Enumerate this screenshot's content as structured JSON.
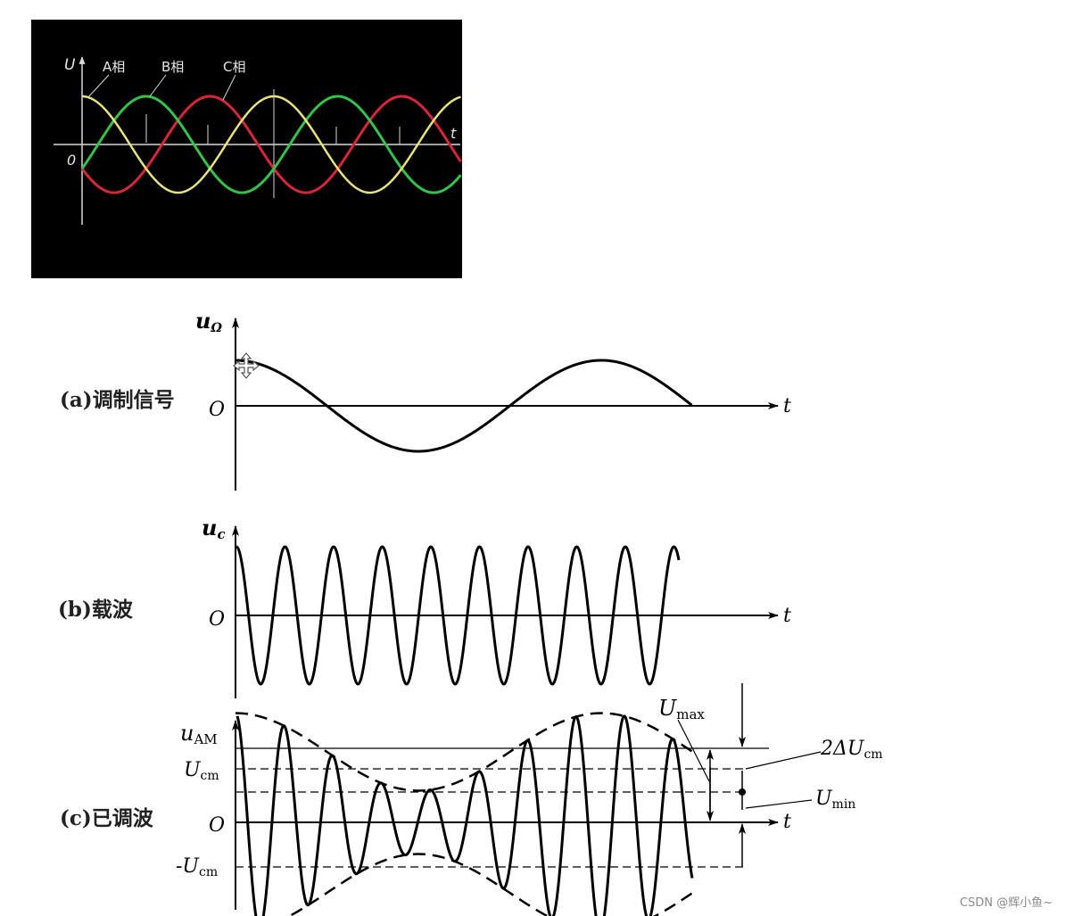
{
  "three_phase": {
    "axis_u": "U",
    "axis_t": "t",
    "origin": "0",
    "phase_a": "A相",
    "phase_b": "B相",
    "phase_c": "C相",
    "colors": {
      "background": "#000000",
      "phase_a": "#e8e27c",
      "phase_b": "#33c24a",
      "phase_c": "#d7263a",
      "axis": "#d8d8d8"
    }
  },
  "am_diagram": {
    "a": {
      "caption": "(a)调制信号",
      "axis_var": "u",
      "axis_sub": "Ω",
      "origin": "O",
      "axis_t": "t"
    },
    "b": {
      "caption": "(b)载波",
      "axis_var": "u",
      "axis_sub": "c",
      "origin": "O",
      "axis_t": "t"
    },
    "c": {
      "caption": "(c)已调波",
      "axis_var": "u",
      "axis_sub": "AM",
      "origin": "O",
      "axis_t": "t",
      "ucm_var": "U",
      "ucm_sub": "cm",
      "neg_ucm_prefix": "-U",
      "neg_ucm_sub": "cm",
      "umax_var": "U",
      "umax_sub": "max",
      "delta_prefix": "2ΔU",
      "delta_sub": "cm",
      "umin_var": "U",
      "umin_sub": "min"
    }
  },
  "watermark": "CSDN @辉小鱼~"
}
